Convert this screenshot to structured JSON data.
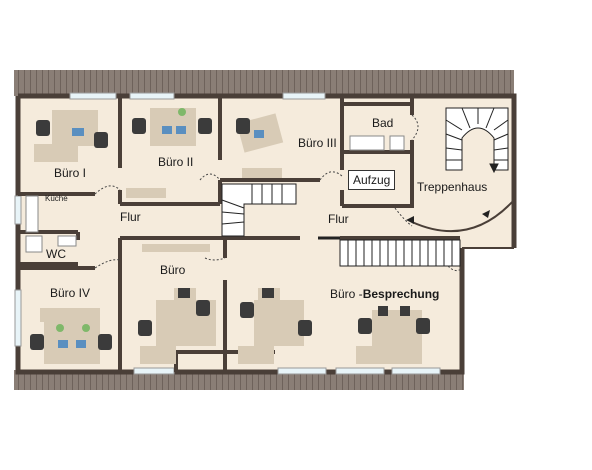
{
  "rooms": {
    "buero1": "Büro I",
    "buero2": "Büro II",
    "buero3": "Büro III",
    "buero4": "Büro IV",
    "bad": "Bad",
    "aufzug": "Aufzug",
    "treppenhaus": "Treppenhaus",
    "kueche": "Küche",
    "wc": "WC",
    "flur_left": "Flur",
    "flur_right": "Flur",
    "buero": "Büro",
    "besprechung_prefix": "Büro -",
    "besprechung_suffix": "Besprechung"
  },
  "colors": {
    "wall": "#4a3f38",
    "floor": "#f5ebdc",
    "roof": "#8a7e76",
    "desk": "#d8cbb6",
    "chair": "#3b3b3b",
    "monitor": "#5a8fc0",
    "plant": "#7fb86a",
    "window": "#e8f4f8"
  }
}
